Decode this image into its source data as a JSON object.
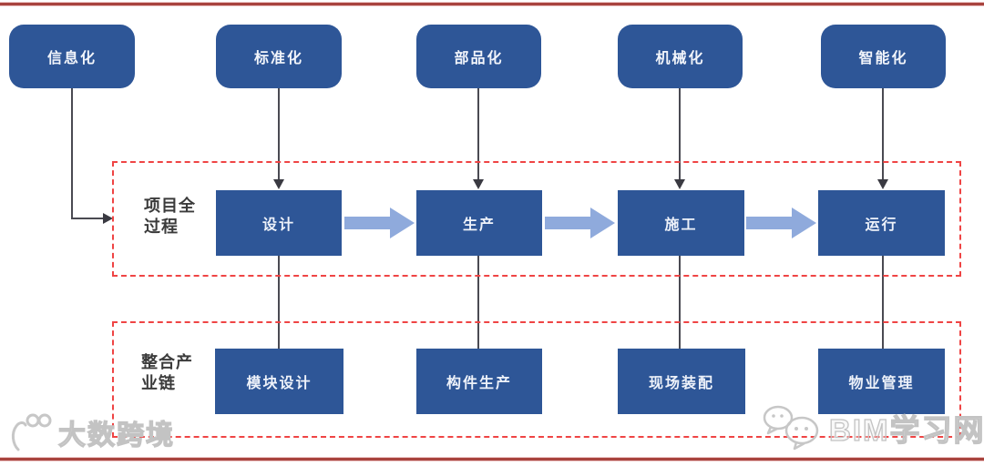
{
  "diagram": {
    "title_hint": "装配式建筑流程图",
    "colors": {
      "box_blue": "#2e5697",
      "flow_arrow_blue": "#8faadc",
      "dashed_border_red": "#ef4444",
      "divider_red": "#a8433e",
      "connector_gray": "#4a4a52",
      "label_gray": "#3b3b3b"
    },
    "top_row": {
      "items": [
        "信息化",
        "标准化",
        "部品化",
        "机械化",
        "智能化"
      ]
    },
    "process_section": {
      "label": "项目全\n过程",
      "steps": [
        "设计",
        "生产",
        "施工",
        "运行"
      ]
    },
    "industry_section": {
      "label": "整合产\n业链",
      "steps": [
        "模块设计",
        "构件生产",
        "现场装配",
        "物业管理"
      ]
    },
    "watermarks": {
      "left_text": "大数跨境",
      "right_text": "BIM学习网",
      "left_icon": "dashu-logo-icon",
      "right_icon": "chat-bubbles-icon"
    }
  }
}
